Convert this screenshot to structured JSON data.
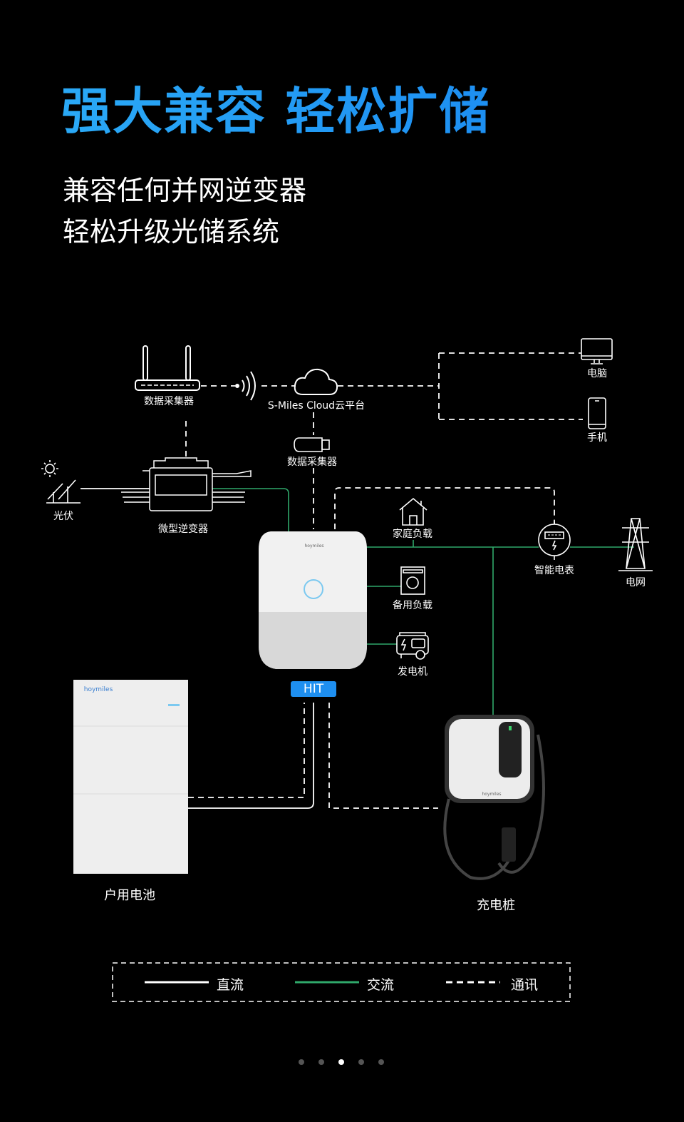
{
  "header": {
    "title": "强大兼容 轻松扩储",
    "subtitle_lines": [
      "兼容任何并网逆变器",
      "轻松升级光储系统"
    ]
  },
  "diagram": {
    "labels": {
      "router": "数据采集器",
      "cloud": "S-Miles Cloud云平台",
      "dongle": "数据采集器",
      "computer": "电脑",
      "phone": "手机",
      "pv": "光伏",
      "micro_inverter": "微型逆变器",
      "home_load": "家庭负载",
      "backup_load": "备用负载",
      "generator": "发电机",
      "smart_meter": "智能电表",
      "grid": "电网",
      "battery": "户用电池",
      "ev_charger": "充电桩",
      "hub_badge": "HIT",
      "battery_brand": "hoymiles",
      "hub_brand": "hoymiles",
      "charger_brand": "hoymiles"
    },
    "colors": {
      "dc": "#ffffff",
      "ac": "#2fa86a",
      "comm": "#ffffff",
      "accent": "#1e8ff0"
    }
  },
  "legend": {
    "items": [
      {
        "label": "直流",
        "style": "solid-white"
      },
      {
        "label": "交流",
        "style": "solid-green"
      },
      {
        "label": "通讯",
        "style": "dashed-white"
      }
    ]
  },
  "pagination": {
    "total": 5,
    "active": 3
  }
}
